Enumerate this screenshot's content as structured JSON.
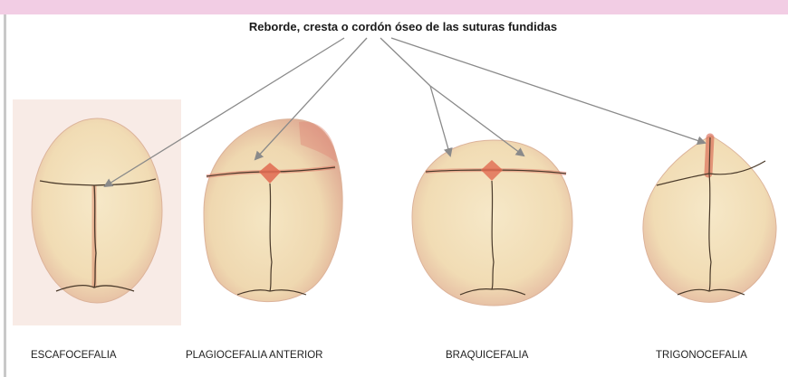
{
  "title": "Reborde, cresta o cordón  óseo de las suturas fundidas",
  "labels": {
    "escafocefalia": "ESCAFOCEFALIA",
    "plagiocefalia": "PLAGIOCEFALIA  ANTERIOR",
    "braquicefalia": "BRAQUICEFALIA",
    "trigonocefalia": "TRIGONOCEFALIA"
  },
  "colors": {
    "top_band": "#f2cde4",
    "skull_fill": "#f3e2bf",
    "skull_edge": "#d9a98a",
    "suture": "#4a3a2a",
    "ridge": "#e0795c",
    "arrow": "#8a8a8a",
    "panel_bg": "#f8ebe6"
  }
}
